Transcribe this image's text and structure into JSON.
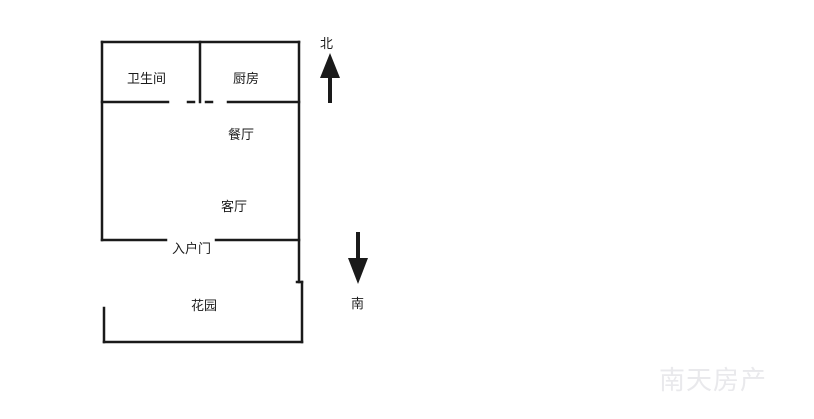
{
  "rooms": {
    "bathroom": "卫生间",
    "kitchen": "厨房",
    "dining": "餐厅",
    "living": "客厅",
    "entrance": "入户门",
    "garden": "花园"
  },
  "compass": {
    "north": "北",
    "south": "南"
  },
  "watermark": "南天房产",
  "colors": {
    "wall": "#1a1a1a",
    "watermark": "#e9e9ec"
  }
}
